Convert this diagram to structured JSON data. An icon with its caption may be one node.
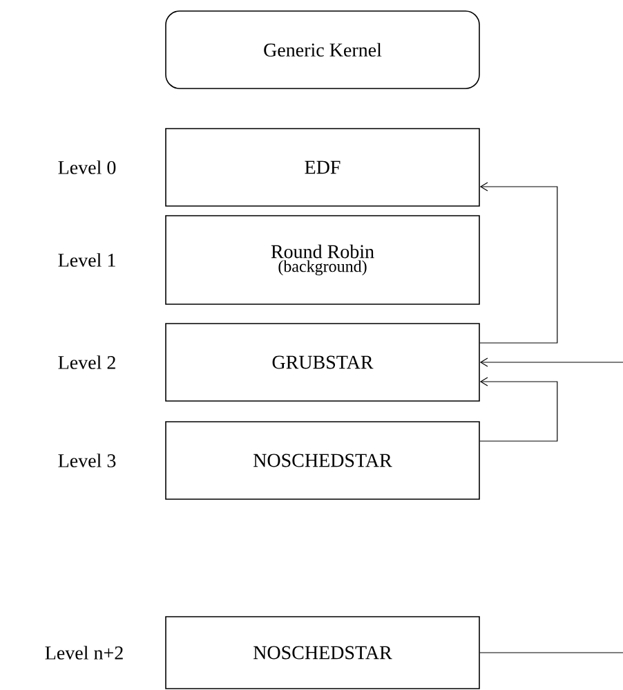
{
  "diagram": {
    "nodes": [
      {
        "text": [
          "Generic Kernel"
        ]
      },
      {
        "text": [
          "EDF"
        ],
        "beside": [
          "Level 0"
        ]
      },
      {
        "text": [
          "Round Robin",
          "(background)"
        ],
        "beside": [
          "Level 1"
        ]
      },
      {
        "text": [
          "GRUBSTAR"
        ],
        "beside": [
          "Level 2"
        ]
      },
      {
        "text": [
          "NOSCHEDSTAR"
        ],
        "beside": [
          "Level 3"
        ]
      },
      {
        "text": [
          "NOSCHEDSTAR"
        ],
        "beside": [
          "Level n+2"
        ]
      }
    ],
    "edges": [
      {
        "from": 3,
        "to": 1,
        "arrow": "to"
      },
      {
        "from": null,
        "to": 3,
        "arrow": "to"
      },
      {
        "from": 4,
        "to": 3,
        "arrow": "to"
      },
      {
        "from": 5,
        "to": null,
        "arrow": "none"
      }
    ]
  }
}
